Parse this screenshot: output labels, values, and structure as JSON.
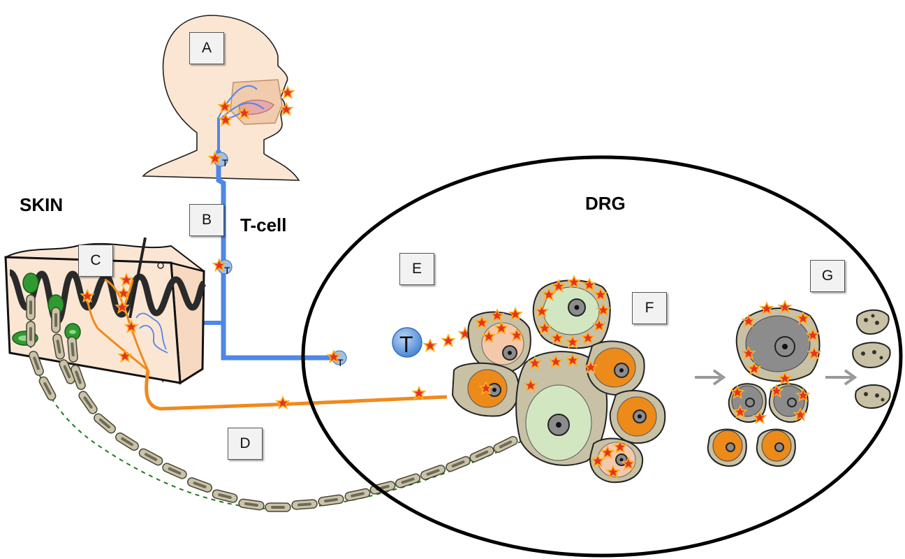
{
  "labels": {
    "skin": "SKIN",
    "tcell": "T-cell",
    "drg": "DRG",
    "tcell_letter": "T",
    "terminal_t": "T"
  },
  "panels": [
    "A",
    "B",
    "C",
    "D",
    "E",
    "F",
    "G"
  ],
  "colors": {
    "sensory_fiber": "#f08a1c",
    "tcell_path": "#4f87e8",
    "virus": "#e8321e",
    "skin": "#fbe6d4",
    "myelin": "#c9c3aa",
    "receptor": "#2f9a2f",
    "neuron_green": "#d3e6c2",
    "neuron_gray": "#8c8c8c",
    "satellite": "#c8c1a5"
  },
  "icons": [
    "virus-particle-icon",
    "t-cell-icon",
    "arrow-right-icon"
  ]
}
